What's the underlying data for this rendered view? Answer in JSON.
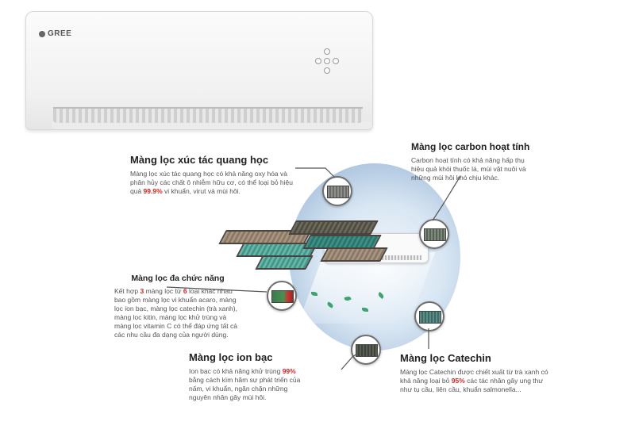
{
  "brand": "GREE",
  "blocks": {
    "photocatalyst": {
      "title": "Màng lọc xúc tác quang học",
      "desc_before": "Màng lọc xúc tác quang học có khả năng oxy hóa và phân hủy các chất ô nhiễm hữu cơ, có thể loại bỏ hiệu quả ",
      "highlight": "99.9%",
      "desc_after": " vi khuẩn, virut và mùi hôi."
    },
    "carbon": {
      "title": "Màng lọc carbon hoạt tính",
      "desc": "Carbon hoạt tính có khả năng hấp thụ hiệu quả khói thuốc lá, mùi vật nuôi và những mùi hôi khó chịu khác."
    },
    "multi": {
      "title": "Màng lọc đa chức năng",
      "desc_p1": "Kết hợp ",
      "hl1": "3",
      "desc_p2": " màng lọc từ ",
      "hl2": "6",
      "desc_p3": " loại khác nhau bao gồm màng lọc vi khuẩn acaro, màng lọc ion bạc, màng lọc catechin (trà xanh), màng lọc kitin, màng lọc khử trùng và màng lọc vitamin C có thể đáp ứng tất cả các nhu cầu đa dạng của người dùng."
    },
    "silver": {
      "title": "Màng lọc ion bạc",
      "desc_before": "Ion bạc có khả năng khử trùng ",
      "highlight": "99%",
      "desc_after": " bằng cách kìm hãm sự phát triển của nấm, vi khuẩn, ngăn chặn những nguyên nhân gây mùi hôi."
    },
    "catechin": {
      "title": "Màng lọc Catechin",
      "desc_before": "Màng lọc Catechin được chiết xuất từ trà xanh có khả năng loại bỏ ",
      "highlight": "95%",
      "desc_after": " các tác nhân gây ung thư như tụ cầu, liên cầu, khuẩn salmonella..."
    }
  },
  "colors": {
    "highlight": "#d42222",
    "title": "#222222",
    "text": "#555555",
    "connector": "#555555"
  }
}
